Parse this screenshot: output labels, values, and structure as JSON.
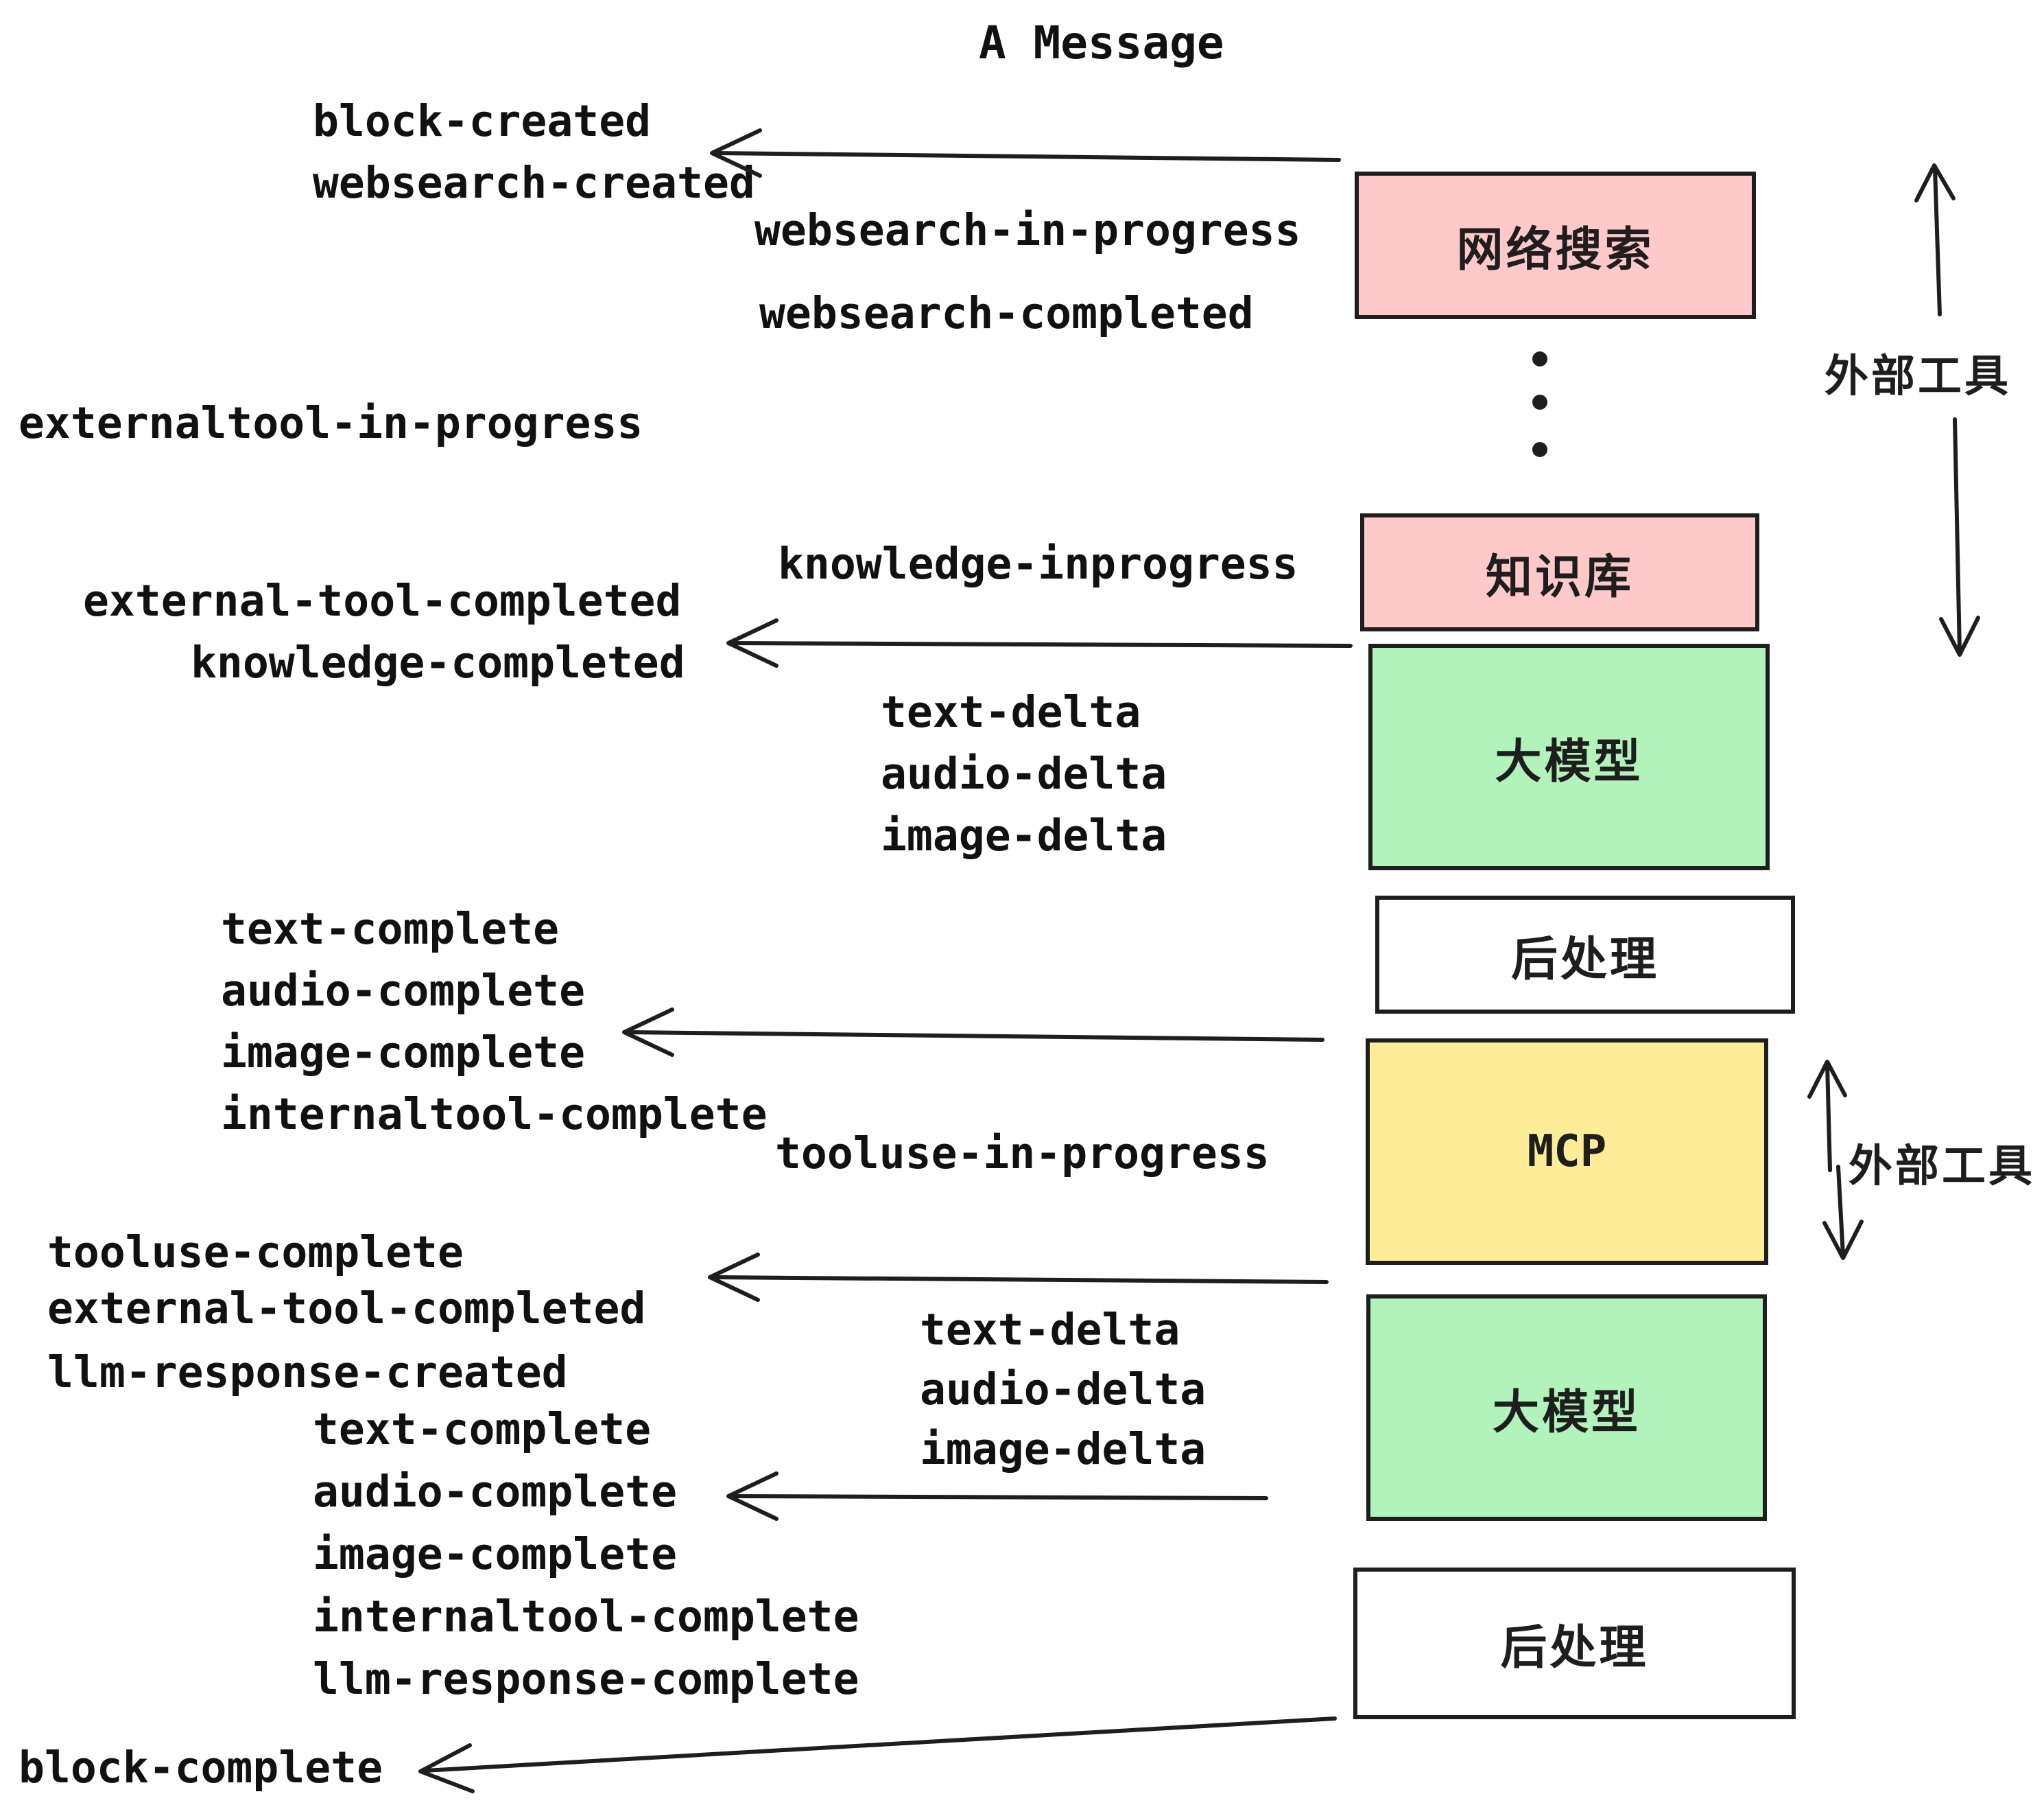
{
  "title": "A Message",
  "colors": {
    "stroke": "#1e1e1e",
    "text": "#111111",
    "pink": "#ffc9c9",
    "green": "#b2f2bb",
    "yellow": "#ffec99",
    "white": "#ffffff"
  },
  "boxes": [
    {
      "label": "网络搜索",
      "fill": "#ffc9c9"
    },
    {
      "label": "知识库",
      "fill": "#ffc9c9"
    },
    {
      "label": "大模型",
      "fill": "#b2f2bb"
    },
    {
      "label": "后处理",
      "fill": "#ffffff"
    },
    {
      "label": "MCP",
      "fill": "#ffec99"
    },
    {
      "label": "大模型",
      "fill": "#b2f2bb"
    },
    {
      "label": "后处理",
      "fill": "#ffffff"
    }
  ],
  "side_labels": {
    "external_tools_top": "外部工具",
    "external_tools_mcp": "外部工具"
  },
  "events": {
    "left": [
      "block-created",
      "websearch-created",
      "externaltool-in-progress",
      "external-tool-completed",
      "knowledge-completed",
      "text-complete",
      "audio-complete",
      "image-complete",
      "internaltool-complete",
      "tooluse-complete",
      "external-tool-completed",
      "llm-response-created",
      "text-complete",
      "audio-complete",
      "image-complete",
      "internaltool-complete",
      "llm-response-complete",
      "block-complete"
    ],
    "middle": [
      "websearch-in-progress",
      "websearch-completed",
      "knowledge-inprogress",
      "text-delta",
      "audio-delta",
      "image-delta",
      "tooluse-in-progress",
      "text-delta",
      "audio-delta",
      "image-delta"
    ]
  }
}
